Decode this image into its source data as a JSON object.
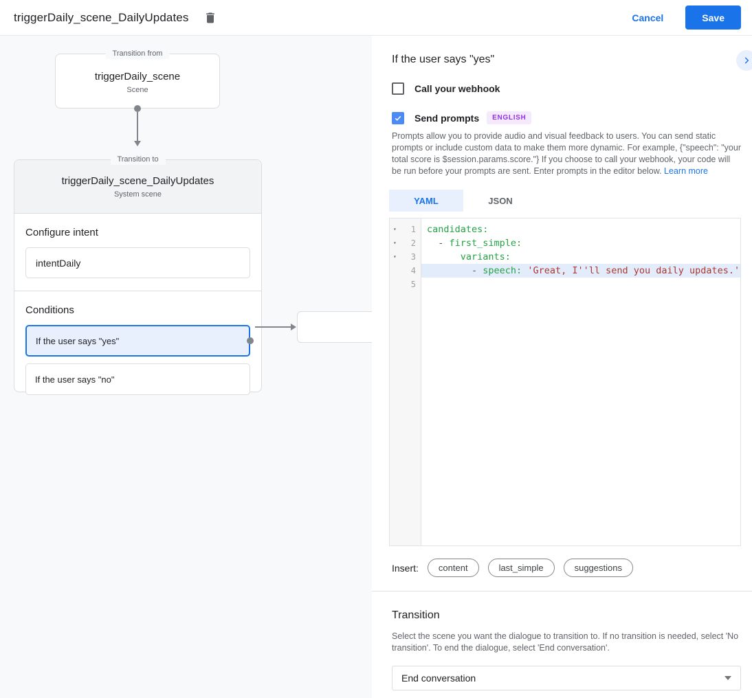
{
  "header": {
    "title": "triggerDaily_scene_DailyUpdates",
    "cancel_label": "Cancel",
    "save_label": "Save"
  },
  "colors": {
    "accent_blue": "#1a73e8",
    "selected_blue_bg": "#e8f0fe",
    "checkbox_blue": "#4c8bf5",
    "badge_purple": "#9334e6",
    "badge_purple_bg": "#f4e9fd",
    "code_key_green": "#23a144",
    "code_string_red": "#aa3731",
    "line_highlight": "#e3ecfa",
    "left_panel_bg": "#f8f9fa",
    "border_gray": "#dadce0",
    "connector_gray": "#80868b"
  },
  "diagram": {
    "from_node": {
      "legend": "Transition from",
      "title": "triggerDaily_scene",
      "subtitle": "Scene"
    },
    "to_node": {
      "legend": "Transition to",
      "title": "triggerDaily_scene_DailyUpdates",
      "subtitle": "System scene",
      "intent_section": {
        "label": "Configure intent",
        "intent_value": "intentDaily"
      },
      "conditions_section": {
        "label": "Conditions",
        "conditions": [
          {
            "label": "If the user says \"yes\"",
            "selected": true
          },
          {
            "label": "If the user says \"no\"",
            "selected": false
          }
        ]
      }
    }
  },
  "panel": {
    "title": "If the user says \"yes\"",
    "collapse_icon": "chevron-right",
    "webhook": {
      "label": "Call your webhook",
      "checked": false
    },
    "send_prompts": {
      "label": "Send prompts",
      "checked": true,
      "badge": "ENGLISH"
    },
    "description": "Prompts allow you to provide audio and visual feedback to users. You can send static prompts or include custom data to make them more dynamic. For example, {\"speech\": \"your total score is $session.params.score.\"} If you choose to call your webhook, your code will be run before your prompts are sent. Enter prompts in the editor below. ",
    "learn_more_label": "Learn more",
    "tabs": [
      {
        "label": "YAML",
        "active": true
      },
      {
        "label": "JSON",
        "active": false
      }
    ],
    "editor": {
      "lines": [
        {
          "num": 1,
          "fold": true,
          "highlight": false,
          "tokens": [
            {
              "c": "key",
              "v": "candidates:"
            }
          ]
        },
        {
          "num": 2,
          "fold": true,
          "highlight": false,
          "tokens": [
            {
              "c": "plain",
              "v": "  - "
            },
            {
              "c": "key",
              "v": "first_simple:"
            }
          ]
        },
        {
          "num": 3,
          "fold": true,
          "highlight": false,
          "tokens": [
            {
              "c": "plain",
              "v": "      "
            },
            {
              "c": "key",
              "v": "variants:"
            }
          ]
        },
        {
          "num": 4,
          "fold": false,
          "highlight": true,
          "tokens": [
            {
              "c": "plain",
              "v": "        - "
            },
            {
              "c": "key",
              "v": "speech:"
            },
            {
              "c": "plain",
              "v": " "
            },
            {
              "c": "string",
              "v": "'Great, I''ll send you daily updates.'"
            }
          ]
        },
        {
          "num": 5,
          "fold": false,
          "highlight": false,
          "tokens": []
        }
      ]
    },
    "insert": {
      "label": "Insert:",
      "chips": [
        "content",
        "last_simple",
        "suggestions"
      ]
    },
    "transition": {
      "heading": "Transition",
      "description": "Select the scene you want the dialogue to transition to. If no transition is needed, select 'No transition'. To end the dialogue, select 'End conversation'.",
      "selected_value": "End conversation"
    }
  }
}
